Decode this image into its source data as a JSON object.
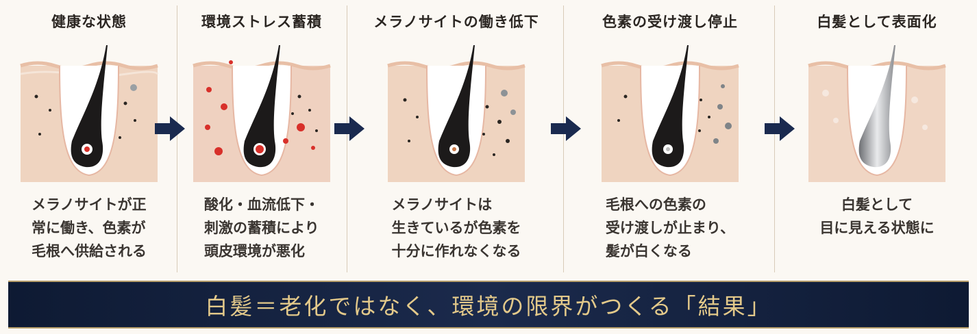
{
  "stages": [
    {
      "title": "健康な状態",
      "desc": "メラノサイトが正\n常に働き、色素が\n毛根へ供給される"
    },
    {
      "title": "環境ストレス蓄積",
      "desc": "酸化・血流低下・\n刺激の蓄積により\n頭皮環境が悪化"
    },
    {
      "title": "メラノサイトの働き低下",
      "desc": "メラノサイトは\n生きているが色素を\n十分に作れなくなる"
    },
    {
      "title": "色素の受け渡し停止",
      "desc": "毛根への色素の\n受け渡しが止まり、\n髪が白くなる"
    },
    {
      "title": "白髪として表面化",
      "desc": "白髪として\n目に見える状態に"
    }
  ],
  "banner": {
    "text": "白髪＝老化ではなく、環境の限界がつくる「結果」"
  },
  "colors": {
    "banner_bg": "#14223f",
    "banner_text": "#e3c98a",
    "arrow": "#1a2a4f",
    "skin": "#efd4c0",
    "stress_red": "#d8302a"
  }
}
